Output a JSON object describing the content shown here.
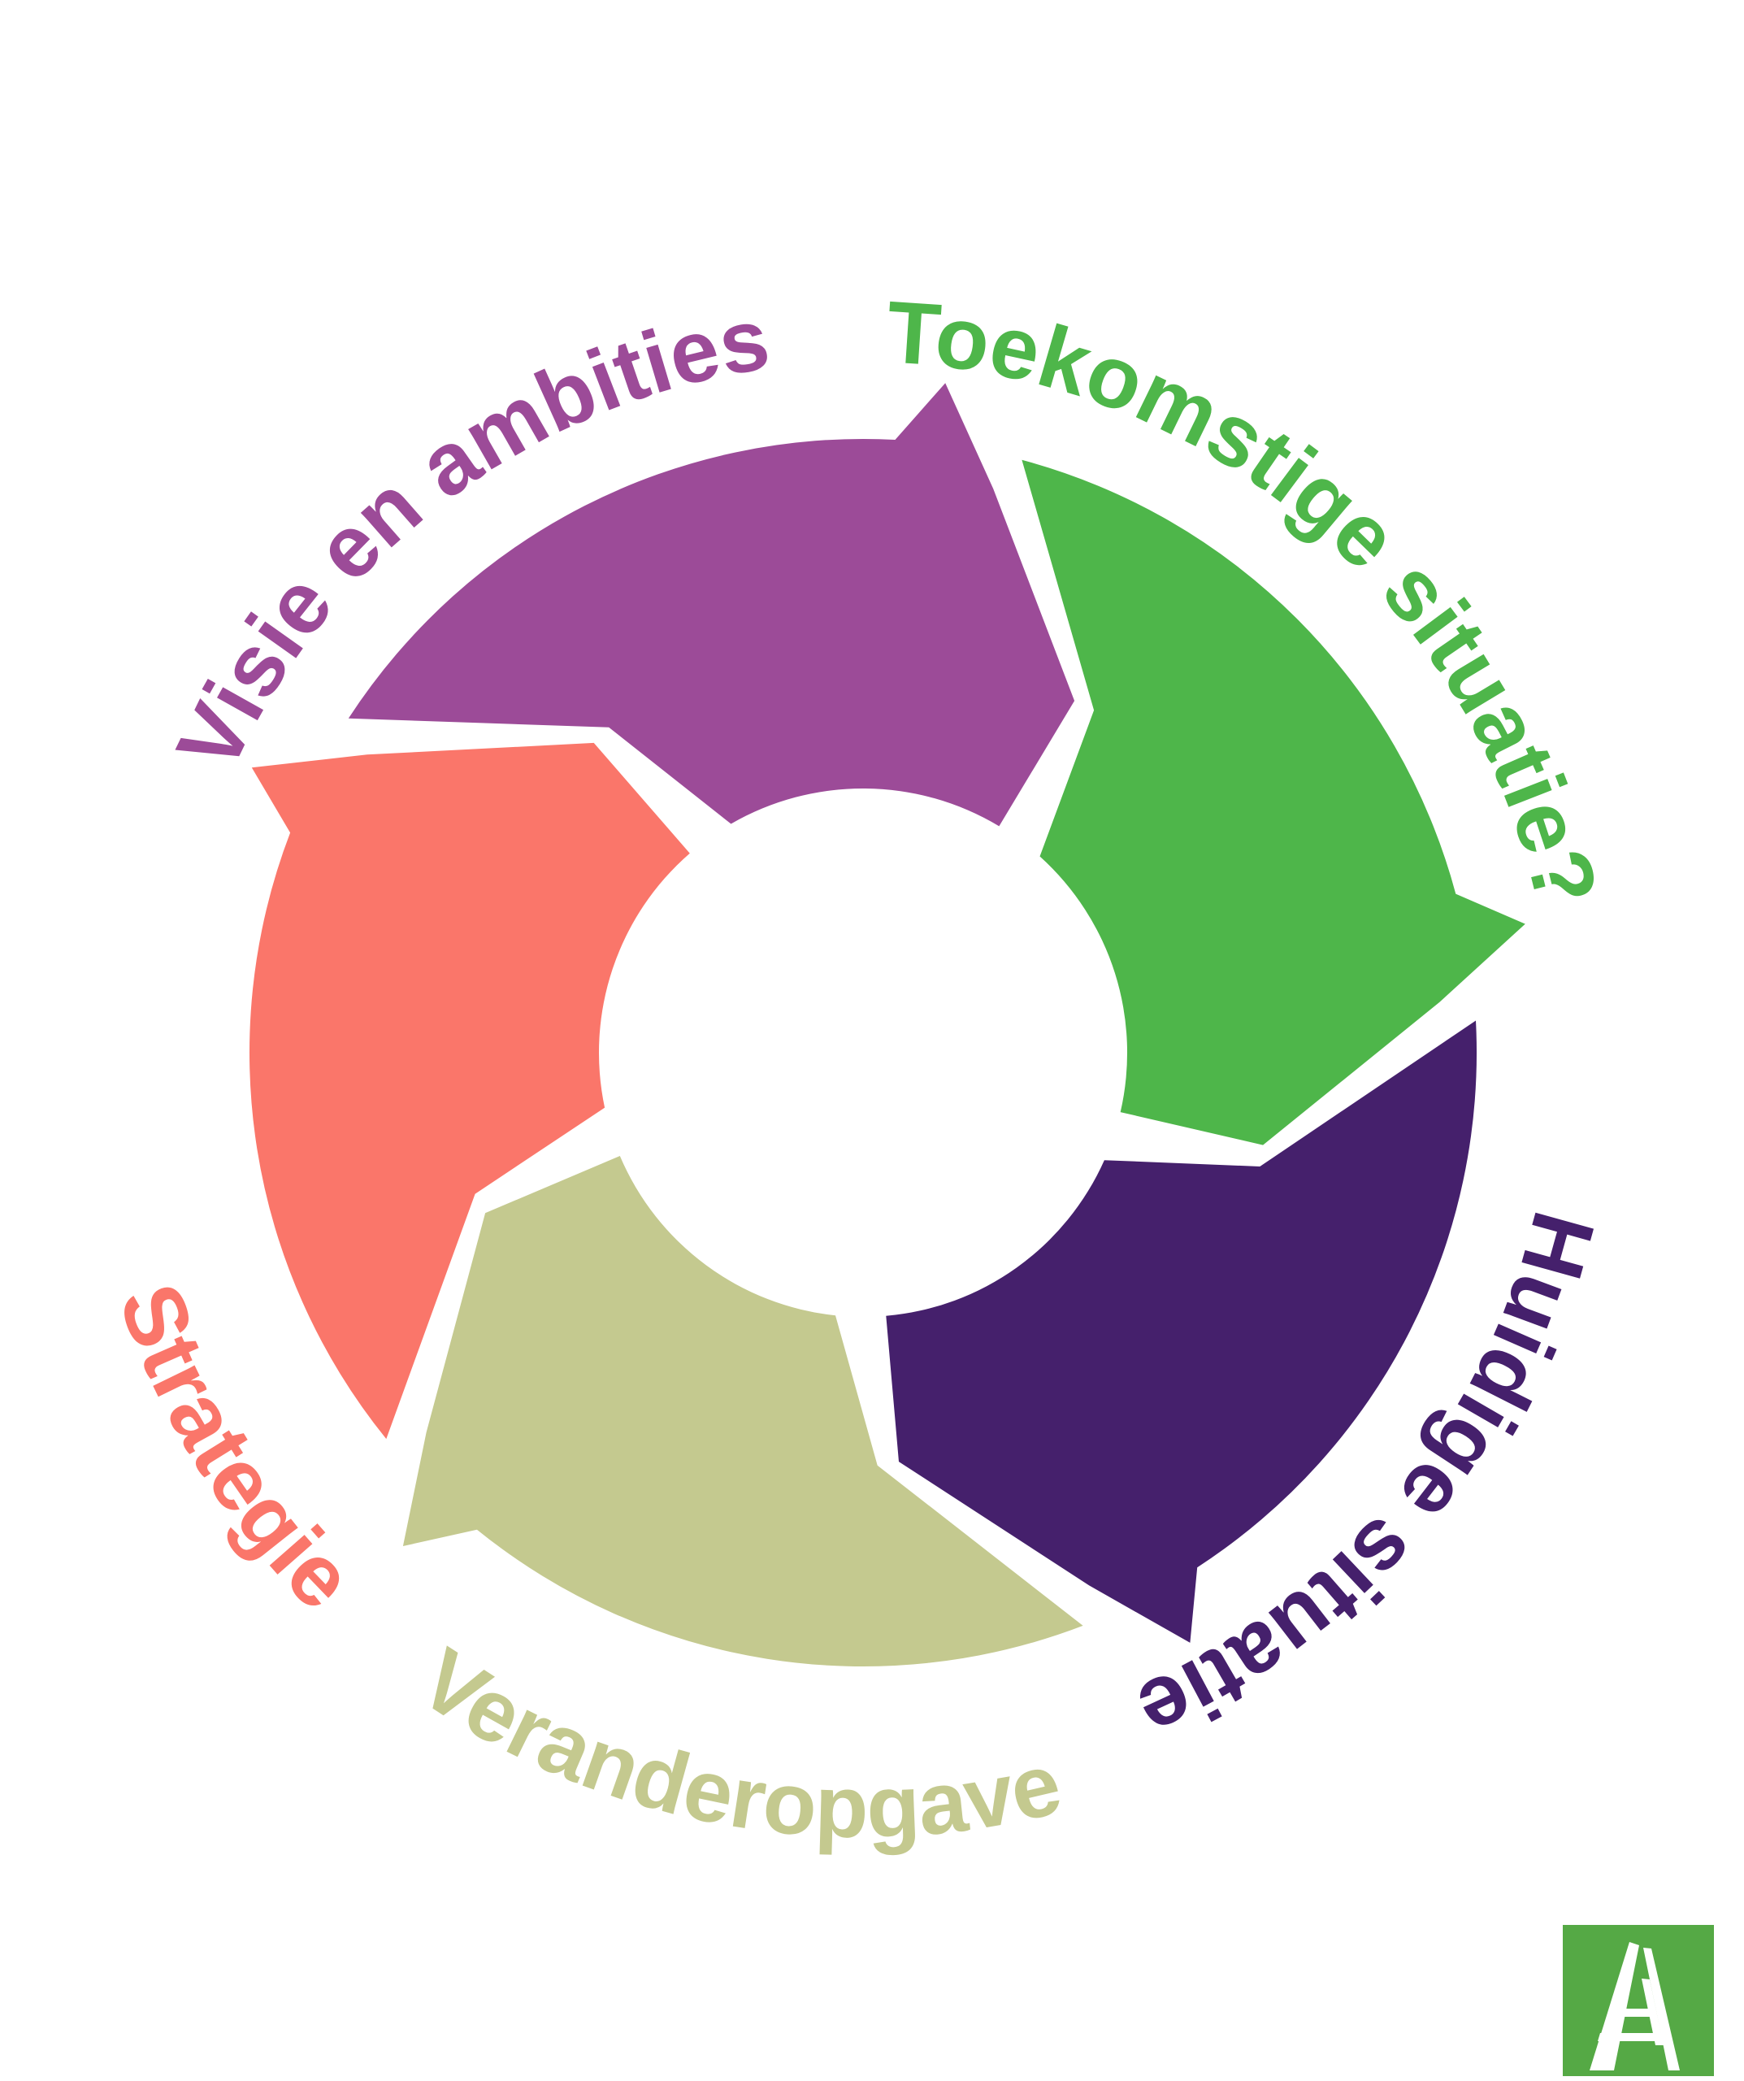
{
  "background_color": "#ffffff",
  "diagram": {
    "type": "cycle",
    "direction": "clockwise",
    "segments": [
      {
        "id": "visie-en-ambities",
        "label": "Visie en ambities",
        "color": "#9c4b98"
      },
      {
        "id": "toekomstige-situatie",
        "label": "Toekomstige situatie?",
        "color": "#4eb64a"
      },
      {
        "id": "huidige-situatie",
        "label": "Huidige situatie",
        "color": "#45206c"
      },
      {
        "id": "veranderopgave",
        "label": "Veranderopgave",
        "color": "#c4c98f"
      },
      {
        "id": "strategie",
        "label": "Strategie",
        "color": "#fa766a"
      }
    ]
  },
  "logo": {
    "letter": "A",
    "color": "#55a945",
    "letter_color": "#ffffff"
  }
}
